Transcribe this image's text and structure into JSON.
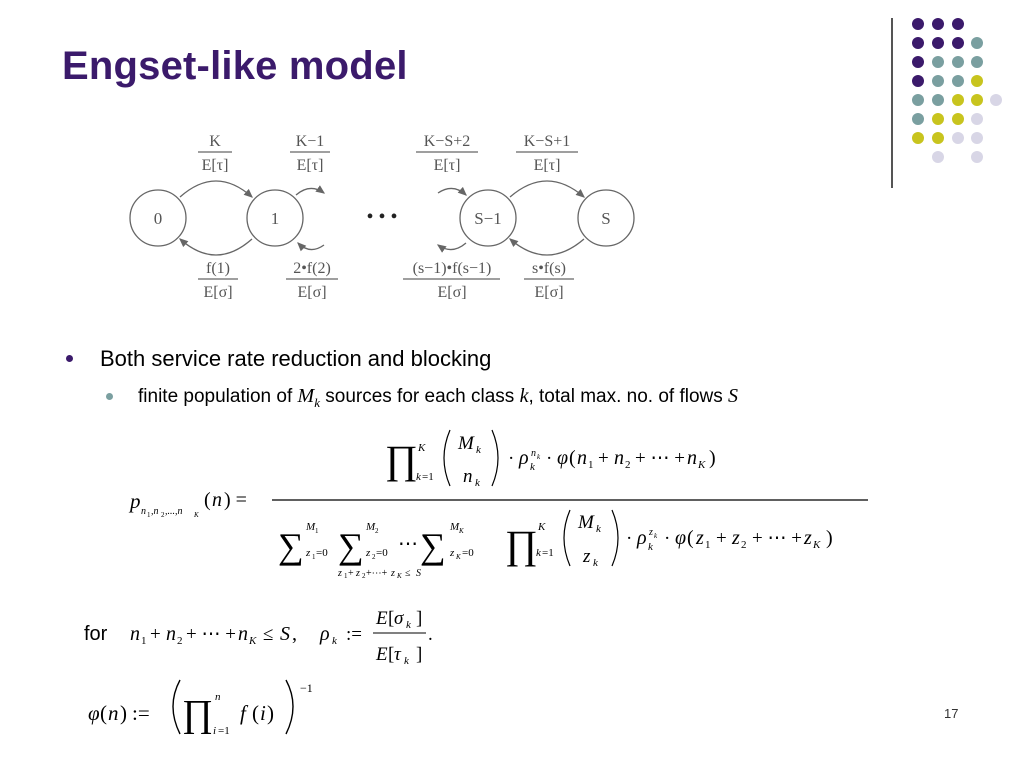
{
  "title": "Engset-like model",
  "diagram": {
    "states": [
      "0",
      "1",
      "S−1",
      "S"
    ],
    "ellipsis": "• • •",
    "top_rates": [
      {
        "num": "K",
        "den": "E[τ]"
      },
      {
        "num": "K−1",
        "den": "E[τ]"
      },
      {
        "num": "K−S+2",
        "den": "E[τ]"
      },
      {
        "num": "K−S+1",
        "den": "E[τ]"
      }
    ],
    "bottom_rates": [
      {
        "num": "f(1)",
        "den": "E[σ]"
      },
      {
        "num": "2•f(2)",
        "den": "E[σ]"
      },
      {
        "num": "(s−1)•f(s−1)",
        "den": "E[σ]"
      },
      {
        "num": "s•f(s)",
        "den": "E[σ]"
      }
    ]
  },
  "bullets": {
    "level1": "Both service rate reduction and blocking",
    "level2": {
      "t1": "finite population of ",
      "m1": "M",
      "m1_sub": "k",
      "t2": " sources for each class ",
      "m2": "k",
      "t3": ", total max. no. of flows ",
      "m3": "S"
    }
  },
  "for_label": "for",
  "page_number": "17",
  "colors": {
    "title": "#3b1a6b",
    "dot_purple": "#3b1a6b",
    "dot_teal": "#7a9fa0",
    "dot_yellow": "#c8c41e",
    "dot_lavender": "#d8d6e6"
  }
}
